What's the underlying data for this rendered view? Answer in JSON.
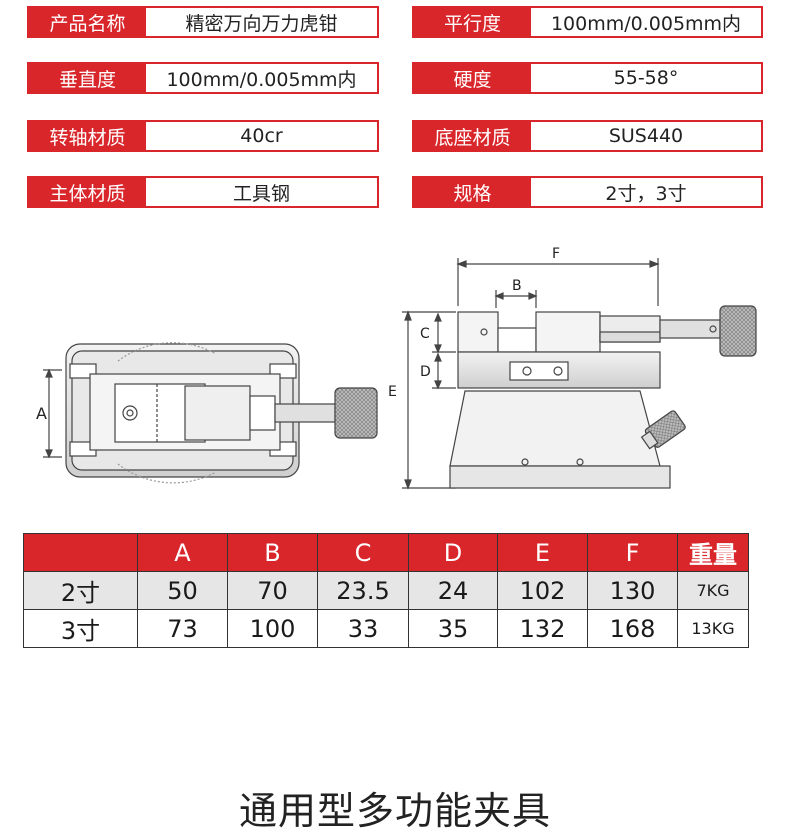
{
  "specs": {
    "product_name": {
      "label": "产品名称",
      "value": "精密万向万力虎钳"
    },
    "parallelism": {
      "label": "平行度",
      "value": "100mm/0.005mm内"
    },
    "perpendicularity": {
      "label": "垂直度",
      "value": "100mm/0.005mm内"
    },
    "hardness": {
      "label": "硬度",
      "value": "55-58°"
    },
    "spindle_material": {
      "label": "转轴材质",
      "value": "40cr"
    },
    "base_material": {
      "label": "底座材质",
      "value": "SUS440"
    },
    "body_material": {
      "label": "主体材质",
      "value": "工具钢"
    },
    "size": {
      "label": "规格",
      "value": "2寸，3寸"
    }
  },
  "drawing": {
    "labels": {
      "A": "A",
      "B": "B",
      "C": "C",
      "D": "D",
      "E": "E",
      "F": "F"
    }
  },
  "table": {
    "headers": [
      "",
      "A",
      "B",
      "C",
      "D",
      "E",
      "F",
      "重量"
    ],
    "rows": [
      [
        "2寸",
        "50",
        "70",
        "23.5",
        "24",
        "102",
        "130",
        "7KG"
      ],
      [
        "3寸",
        "73",
        "100",
        "33",
        "35",
        "132",
        "168",
        "13KG"
      ]
    ]
  },
  "footer": {
    "title": "通用型多功能夹具"
  },
  "colors": {
    "accent": "#d9262b"
  }
}
